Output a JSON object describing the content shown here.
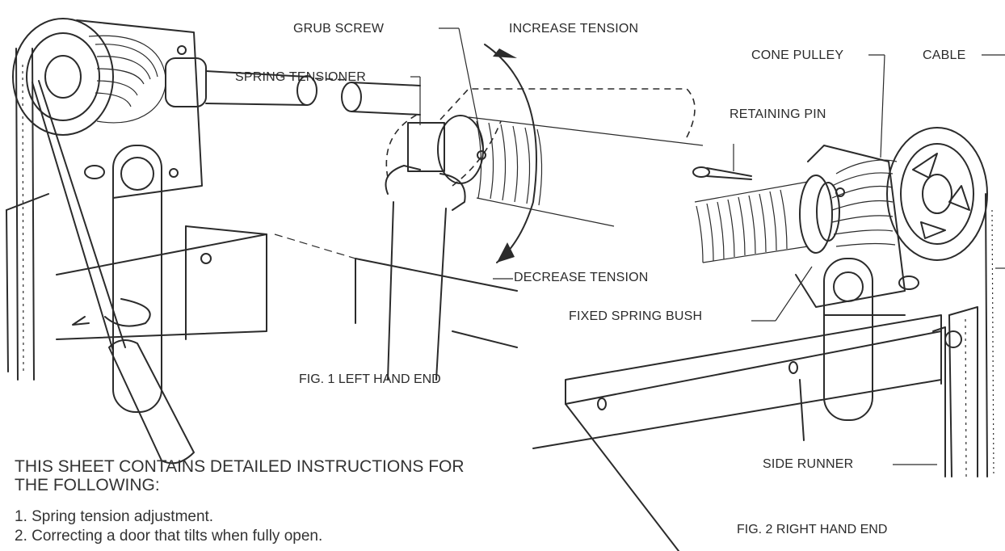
{
  "labels": {
    "grub_screw": "GRUB SCREW",
    "increase_tension": "INCREASE TENSION",
    "spring_tensioner": "SPRING TENSIONER",
    "decrease_tension": "DECREASE TENSION",
    "cone_pulley": "CONE PULLEY",
    "cable": "CABLE",
    "retaining_pin": "RETAINING PIN",
    "fixed_spring_bush": "FIXED SPRING BUSH",
    "side_runner": "SIDE RUNNER"
  },
  "figures": {
    "fig1": "FIG. 1 LEFT HAND END",
    "fig2": "FIG. 2 RIGHT HAND END"
  },
  "intro": {
    "line1": "THIS SHEET CONTAINS DETAILED INSTRUCTIONS FOR",
    "line2": "THE FOLLOWING:"
  },
  "instructions": [
    "1.  Spring tension adjustment.",
    "2.  Correcting a door that tilts when fully open."
  ]
}
